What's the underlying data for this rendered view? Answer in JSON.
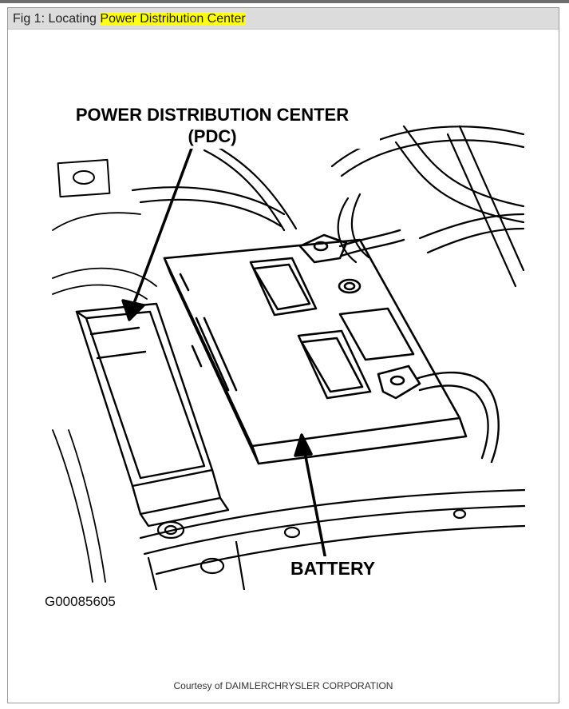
{
  "caption": {
    "prefix": "Fig 1: Locating ",
    "highlight": "Power Distribution Center"
  },
  "labels": {
    "pdc_line1": "POWER DISTRIBUTION CENTER",
    "pdc_line2": "(PDC)",
    "battery": "BATTERY"
  },
  "figure_id": "G00085605",
  "courtesy": "Courtesy of DAIMLERCHRYSLER CORPORATION",
  "colors": {
    "highlight": "#ffff1a",
    "caption_bar": "#dcdcdc",
    "line_art": "#000000"
  }
}
